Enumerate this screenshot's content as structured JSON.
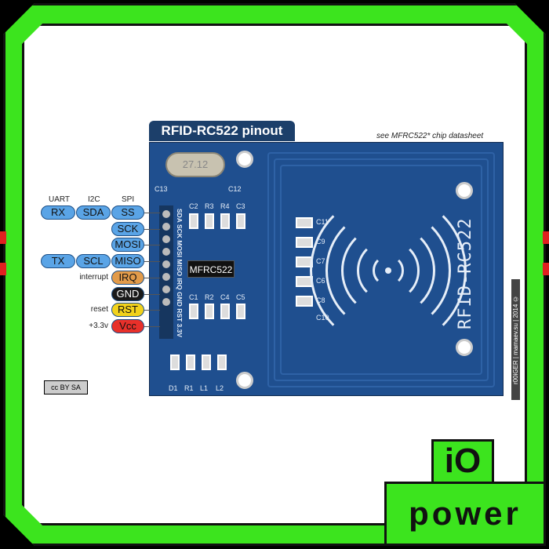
{
  "title": "RFID-RC522 pinout",
  "note": "see MFRC522* chip datasheet",
  "board": {
    "brand": "RFID-RC522",
    "chip": "MFRC522",
    "crystal": "27.12",
    "pin_labels": "SDA SCK MOSI MISO IRQ GND RST 3.3V",
    "components": [
      "C13",
      "C12",
      "C2",
      "R3",
      "R4",
      "C3",
      "C1",
      "R2",
      "C4",
      "C5",
      "C11",
      "C9",
      "C7",
      "C6",
      "C8",
      "C10",
      "D1",
      "R1",
      "L1",
      "L2"
    ]
  },
  "headers": {
    "uart": "UART",
    "i2c": "I2C",
    "spi": "SPI"
  },
  "pins": [
    {
      "spi": "SS",
      "i2c": "SDA",
      "uart": "RX",
      "color": "blue"
    },
    {
      "spi": "SCK",
      "color": "blue"
    },
    {
      "spi": "MOSI",
      "color": "blue"
    },
    {
      "spi": "MISO",
      "i2c": "SCL",
      "uart": "TX",
      "color": "blue"
    },
    {
      "spi": "IRQ",
      "note": "interrupt",
      "color": "orange"
    },
    {
      "spi": "GND",
      "color": "black"
    },
    {
      "spi": "RST",
      "note": "reset",
      "color": "yellow"
    },
    {
      "spi": "Vcc",
      "note": "+3.3v",
      "color": "red"
    }
  ],
  "copyright": "r00iGER | mamaev.su | 2014 ©",
  "license": "cc BY SA",
  "logo": {
    "top": "iO",
    "bottom": "power"
  }
}
